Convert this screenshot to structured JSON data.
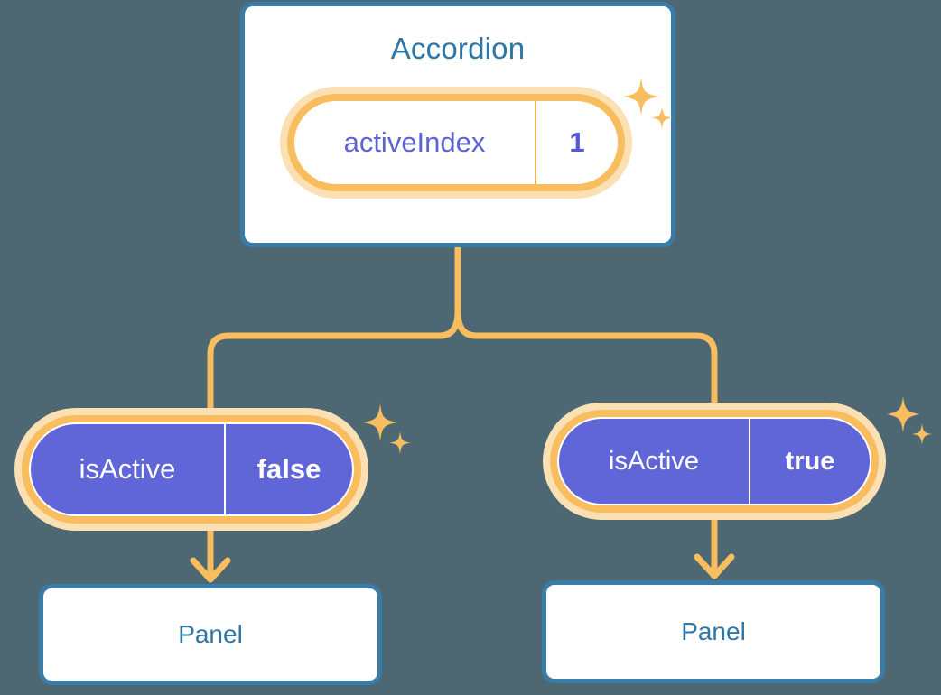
{
  "diagram": {
    "type": "component-tree",
    "background_color": "#4d6773",
    "accent_colors": {
      "card_border": "#3a7ca8",
      "card_text": "#2e76a6",
      "connector": "#f8bd5e",
      "glow": "#fbe0b4",
      "pill_purple": "#6066d8",
      "pill_value_text": "#5558d6",
      "pill_key_text": "#5e63d4"
    }
  },
  "root": {
    "title": "Accordion",
    "state_pill": {
      "key": "activeIndex",
      "value": "1"
    }
  },
  "branches": [
    {
      "state_pill": {
        "key": "isActive",
        "value": "false"
      },
      "child": {
        "title": "Panel"
      }
    },
    {
      "state_pill": {
        "key": "isActive",
        "value": "true"
      },
      "child": {
        "title": "Panel"
      }
    }
  ],
  "icons": {
    "sparkle_large": "sparkle-icon",
    "sparkle_small": "sparkle-small-icon",
    "arrow": "arrow-down-icon"
  }
}
